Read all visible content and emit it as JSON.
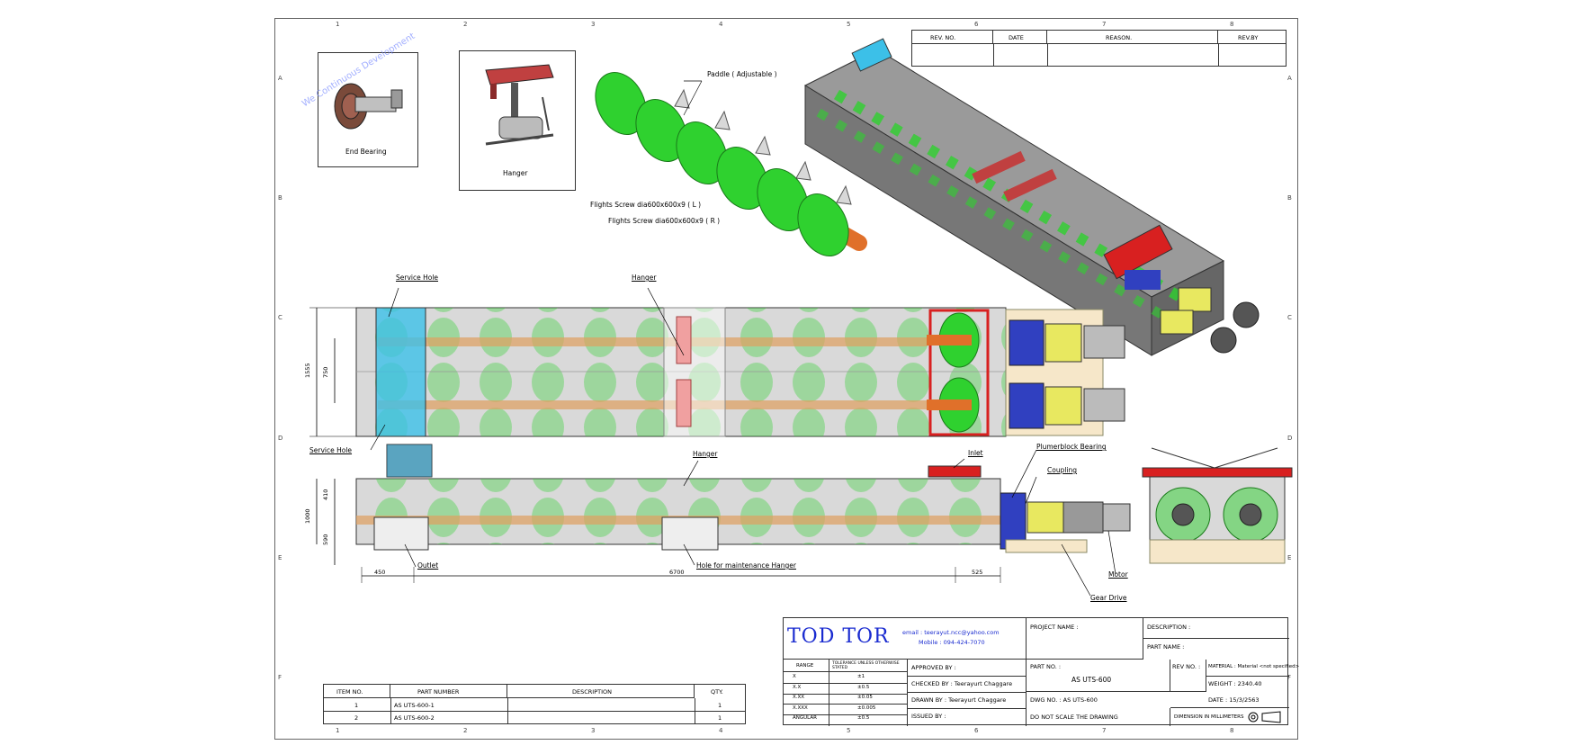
{
  "zones": {
    "columns": [
      "1",
      "2",
      "3",
      "4",
      "5",
      "6",
      "7",
      "8"
    ],
    "rows": [
      "A",
      "B",
      "C",
      "D",
      "E",
      "F"
    ]
  },
  "revision_table": {
    "headers": [
      "REV. NO.",
      "DATE",
      "REASON.",
      "REV.BY"
    ]
  },
  "views": {
    "end_bearing": "End Bearing",
    "hanger": "Hanger",
    "paddle": "Paddle ( Adjustable )",
    "flight_left": "Flights Screw dia600x600x9 ( L )",
    "flight_right": "Flights Screw dia600x600x9 ( R )",
    "watermark": "We Continuous Development"
  },
  "plan_view": {
    "service_hole_top": "Service Hole",
    "service_hole_bottom": "Service Hole",
    "hanger": "Hanger",
    "plumber_block": "Plumerblock Bearing",
    "dim_total": "1555",
    "dim_half": "750"
  },
  "side_view": {
    "hanger": "Hanger",
    "inlet": "Inlet",
    "coupling": "Coupling",
    "outlet": "Outlet",
    "hole_maintenance": "Hole for maintenance Hanger",
    "motor": "Motor",
    "gear_drive": "Gear Drive",
    "dim_height": "1000",
    "dim_upper": "410",
    "dim_lower": "590",
    "dim_left": "450",
    "dim_main": "6700",
    "dim_right": "525"
  },
  "bom": {
    "headers": [
      "ITEM NO.",
      "PART NUMBER",
      "DESCRIPTION",
      "QTY."
    ],
    "rows": [
      {
        "item": "1",
        "part": "AS UTS-600-1",
        "desc": "",
        "qty": "1"
      },
      {
        "item": "2",
        "part": "AS UTS-600-2",
        "desc": "",
        "qty": "1"
      }
    ]
  },
  "title_block": {
    "company": "TOD TOR",
    "email": "email : teerayut.ncc@yahoo.com",
    "mobile": "Mobile : 094-424-7070",
    "tolerance_header_1": "RANGE",
    "tolerance_header_2": "TOLERANCE UNLESS OTHERWISE STATED",
    "tolerances": [
      {
        "range": "X",
        "tol": "±1"
      },
      {
        "range": "X.X",
        "tol": "±0.5"
      },
      {
        "range": "X.XX",
        "tol": "±0.05"
      },
      {
        "range": "X.XXX",
        "tol": "±0.005"
      },
      {
        "range": "ANGULAR",
        "tol": "±0.5"
      }
    ],
    "approved_by": "APPROVED BY :",
    "checked_by": "CHECKED BY : Teerayurt Chaggare",
    "drawn_by": "DRAWN BY : Teerayurt Chaggare",
    "issued_by": "ISSUED BY :",
    "project_name": "PROJECT NAME :",
    "description": "DESCRIPTION :",
    "part_name": "PART NAME :",
    "part_no_label": "PART NO. :",
    "part_no_value": "AS UTS-600",
    "rev_no": "REV NO. :",
    "material": "MATERIAL : Material <not specified>",
    "weight": "WEIGHT : 2340.40",
    "dwg_no": "DWG NO. : AS UTS-600",
    "date": "DATE : 15/3/2563",
    "do_not_scale": "DO NOT SCALE THE DRAWING",
    "dimension_units": "DIMENSION IN MILLIMETERS"
  },
  "colors": {
    "screw_green": "#2fd12f",
    "shaft_orange": "#e0702a",
    "trough_gray": "#c8c8c8",
    "service_blue": "#3cc0e8",
    "hanger_pink": "#f0a0a0",
    "motor_yellow": "#e8e860",
    "drive_blue": "#3040c0",
    "inlet_red": "#d82020",
    "logo_blue": "#1a2bd0"
  }
}
